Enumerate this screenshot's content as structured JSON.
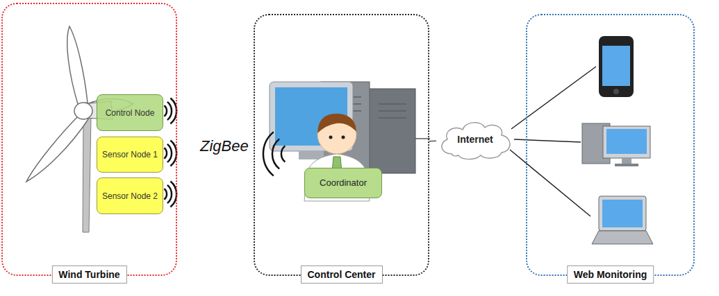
{
  "diagram": {
    "nodes": [
      {
        "text": [
          "Wind Turbine"
        ]
      },
      {
        "text": [
          "Control Node"
        ],
        "in": 0
      },
      {
        "text": [
          "Sensor Node 1"
        ],
        "in": 0
      },
      {
        "text": [
          "Sensor Node 2"
        ],
        "in": 0
      },
      {
        "text": [
          "Control Center"
        ]
      },
      {
        "text": [
          "Coordinator"
        ],
        "in": 4
      },
      {
        "text": [
          "Internet"
        ]
      },
      {
        "text": [
          "Web Monitoring"
        ]
      }
    ],
    "edges": [
      {
        "from": 4,
        "to": 6,
        "arrow": "none"
      }
    ],
    "labels": [
      "ZigBee"
    ]
  }
}
